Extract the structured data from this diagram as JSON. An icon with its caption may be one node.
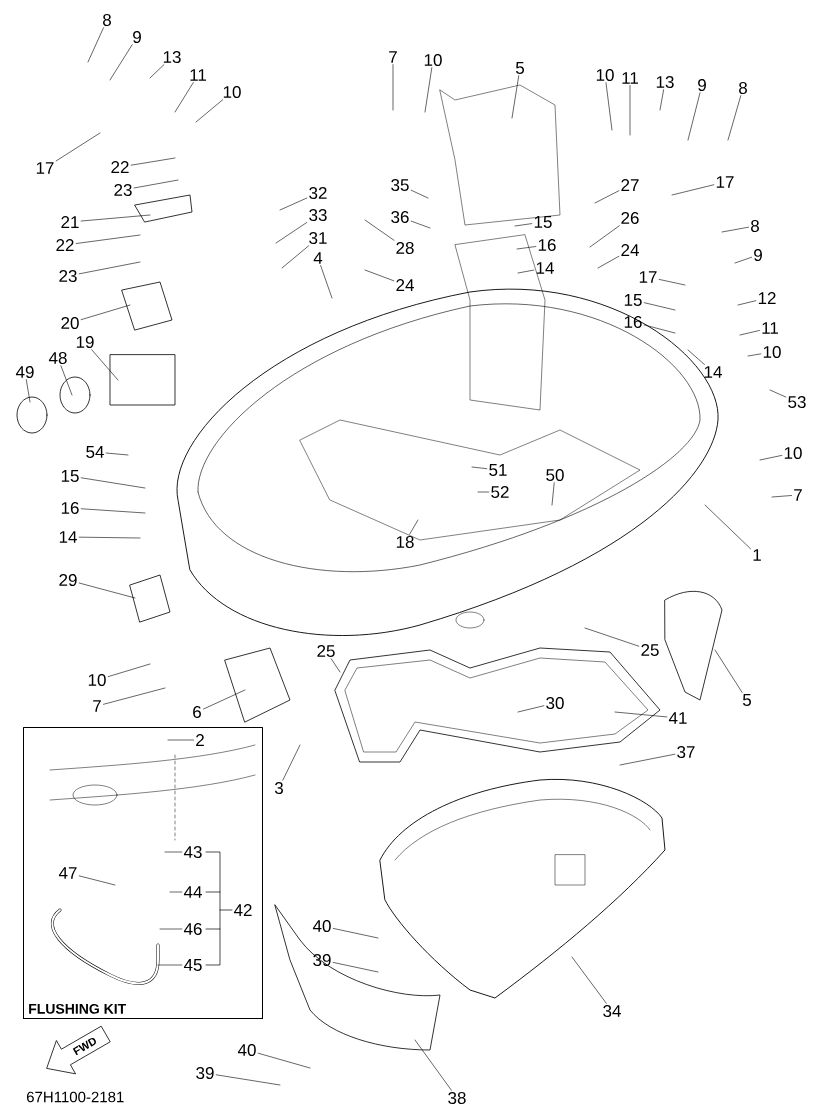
{
  "diagram": {
    "nodes": [
      {
        "text": [
          "8"
        ]
      },
      {
        "text": [
          "9"
        ]
      },
      {
        "text": [
          "13"
        ]
      },
      {
        "text": [
          "11"
        ]
      },
      {
        "text": [
          "10"
        ]
      },
      {
        "text": [
          "7"
        ]
      },
      {
        "text": [
          "10"
        ]
      },
      {
        "text": [
          "5"
        ]
      },
      {
        "text": [
          "10"
        ]
      },
      {
        "text": [
          "11"
        ]
      },
      {
        "text": [
          "13"
        ]
      },
      {
        "text": [
          "9"
        ]
      },
      {
        "text": [
          "8"
        ]
      },
      {
        "text": [
          "17"
        ]
      },
      {
        "text": [
          "22"
        ]
      },
      {
        "text": [
          "23"
        ]
      },
      {
        "text": [
          "35"
        ]
      },
      {
        "text": [
          "17"
        ]
      },
      {
        "text": [
          "27"
        ]
      },
      {
        "text": [
          "32"
        ]
      },
      {
        "text": [
          "33"
        ]
      },
      {
        "text": [
          "36"
        ]
      },
      {
        "text": [
          "15"
        ]
      },
      {
        "text": [
          "26"
        ]
      },
      {
        "text": [
          "21"
        ]
      },
      {
        "text": [
          "8"
        ]
      },
      {
        "text": [
          "22"
        ]
      },
      {
        "text": [
          "31"
        ]
      },
      {
        "text": [
          "28"
        ]
      },
      {
        "text": [
          "16"
        ]
      },
      {
        "text": [
          "24"
        ]
      },
      {
        "text": [
          "9"
        ]
      },
      {
        "text": [
          "4"
        ]
      },
      {
        "text": [
          "14"
        ]
      },
      {
        "text": [
          "23"
        ]
      },
      {
        "text": [
          "17"
        ]
      },
      {
        "text": [
          "24"
        ]
      },
      {
        "text": [
          "12"
        ]
      },
      {
        "text": [
          "15"
        ]
      },
      {
        "text": [
          "20"
        ]
      },
      {
        "text": [
          "16"
        ]
      },
      {
        "text": [
          "11"
        ]
      },
      {
        "text": [
          "19"
        ]
      },
      {
        "text": [
          "10"
        ]
      },
      {
        "text": [
          "48"
        ]
      },
      {
        "text": [
          "14"
        ]
      },
      {
        "text": [
          "49"
        ]
      },
      {
        "text": [
          "53"
        ]
      },
      {
        "text": [
          "54"
        ]
      },
      {
        "text": [
          "10"
        ]
      },
      {
        "text": [
          "51"
        ]
      },
      {
        "text": [
          "50"
        ]
      },
      {
        "text": [
          "15"
        ]
      },
      {
        "text": [
          "52"
        ]
      },
      {
        "text": [
          "7"
        ]
      },
      {
        "text": [
          "16"
        ]
      },
      {
        "text": [
          "14"
        ]
      },
      {
        "text": [
          "18"
        ]
      },
      {
        "text": [
          "1"
        ]
      },
      {
        "text": [
          "29"
        ]
      },
      {
        "text": [
          "25"
        ]
      },
      {
        "text": [
          "25"
        ]
      },
      {
        "text": [
          "10"
        ]
      },
      {
        "text": [
          "5"
        ]
      },
      {
        "text": [
          "30"
        ]
      },
      {
        "text": [
          "7"
        ]
      },
      {
        "text": [
          "6"
        ]
      },
      {
        "text": [
          "41"
        ]
      },
      {
        "text": [
          "FLUSHING KIT"
        ]
      },
      {
        "text": [
          "2"
        ],
        "in": 68
      },
      {
        "text": [
          "37"
        ]
      },
      {
        "text": [
          "3"
        ]
      },
      {
        "text": [
          "43"
        ],
        "in": 68
      },
      {
        "text": [
          "47"
        ],
        "in": 68
      },
      {
        "text": [
          "44"
        ],
        "in": 68
      },
      {
        "text": [
          "42"
        ],
        "in": 68
      },
      {
        "text": [
          "40"
        ]
      },
      {
        "text": [
          "46"
        ],
        "in": 68
      },
      {
        "text": [
          "39"
        ]
      },
      {
        "text": [
          "45"
        ],
        "in": 68
      },
      {
        "text": [
          "34"
        ]
      },
      {
        "text": [
          "40"
        ]
      },
      {
        "text": [
          "39"
        ]
      },
      {
        "text": [
          "38"
        ]
      }
    ],
    "edges": [
      {
        "from": 0,
        "to": null,
        "arrow": "none"
      },
      {
        "from": 1,
        "to": null,
        "arrow": "none"
      },
      {
        "from": 2,
        "to": null,
        "arrow": "none"
      },
      {
        "from": 3,
        "to": null,
        "arrow": "none"
      },
      {
        "from": 4,
        "to": null,
        "arrow": "none"
      },
      {
        "from": 5,
        "to": null,
        "arrow": "none"
      },
      {
        "from": 6,
        "to": null,
        "arrow": "none"
      },
      {
        "from": 7,
        "to": null,
        "arrow": "none"
      },
      {
        "from": 8,
        "to": null,
        "arrow": "none"
      },
      {
        "from": 9,
        "to": null,
        "arrow": "none"
      },
      {
        "from": 10,
        "to": null,
        "arrow": "none"
      },
      {
        "from": 11,
        "to": null,
        "arrow": "none"
      },
      {
        "from": 12,
        "to": null,
        "arrow": "none"
      },
      {
        "from": 13,
        "to": null,
        "arrow": "none"
      },
      {
        "from": 14,
        "to": null,
        "arrow": "none"
      },
      {
        "from": 15,
        "to": null,
        "arrow": "none"
      },
      {
        "from": 16,
        "to": null,
        "arrow": "none"
      },
      {
        "from": 17,
        "to": null,
        "arrow": "none"
      },
      {
        "from": 18,
        "to": null,
        "arrow": "none"
      },
      {
        "from": 19,
        "to": null,
        "arrow": "none"
      },
      {
        "from": 20,
        "to": null,
        "arrow": "none"
      },
      {
        "from": 21,
        "to": null,
        "arrow": "none"
      },
      {
        "from": 22,
        "to": null,
        "arrow": "none"
      },
      {
        "from": 23,
        "to": null,
        "arrow": "none"
      },
      {
        "from": 24,
        "to": null,
        "arrow": "none"
      },
      {
        "from": 25,
        "to": null,
        "arrow": "none"
      },
      {
        "from": 26,
        "to": null,
        "arrow": "none"
      },
      {
        "from": 27,
        "to": null,
        "arrow": "none"
      },
      {
        "from": 28,
        "to": null,
        "arrow": "none"
      },
      {
        "from": 29,
        "to": null,
        "arrow": "none"
      },
      {
        "from": 30,
        "to": null,
        "arrow": "none"
      },
      {
        "from": 31,
        "to": null,
        "arrow": "none"
      },
      {
        "from": 32,
        "to": null,
        "arrow": "none"
      },
      {
        "from": 33,
        "to": null,
        "arrow": "none"
      },
      {
        "from": 34,
        "to": null,
        "arrow": "none"
      },
      {
        "from": 35,
        "to": null,
        "arrow": "none"
      },
      {
        "from": 36,
        "to": null,
        "arrow": "none"
      },
      {
        "from": 37,
        "to": null,
        "arrow": "none"
      },
      {
        "from": 38,
        "to": null,
        "arrow": "none"
      },
      {
        "from": 39,
        "to": null,
        "arrow": "none"
      },
      {
        "from": 40,
        "to": null,
        "arrow": "none"
      },
      {
        "from": 41,
        "to": null,
        "arrow": "none"
      },
      {
        "from": 42,
        "to": null,
        "arrow": "none"
      },
      {
        "from": 43,
        "to": null,
        "arrow": "none"
      },
      {
        "from": 44,
        "to": null,
        "arrow": "none"
      },
      {
        "from": 45,
        "to": null,
        "arrow": "none"
      },
      {
        "from": 46,
        "to": null,
        "arrow": "none"
      },
      {
        "from": 47,
        "to": null,
        "arrow": "none"
      },
      {
        "from": 48,
        "to": null,
        "arrow": "none"
      },
      {
        "from": 49,
        "to": null,
        "arrow": "none"
      },
      {
        "from": 50,
        "to": null,
        "arrow": "none"
      },
      {
        "from": 51,
        "to": null,
        "arrow": "none"
      },
      {
        "from": 52,
        "to": null,
        "arrow": "none"
      },
      {
        "from": 53,
        "to": null,
        "arrow": "none"
      },
      {
        "from": 54,
        "to": null,
        "arrow": "none"
      },
      {
        "from": 55,
        "to": null,
        "arrow": "none"
      },
      {
        "from": 56,
        "to": null,
        "arrow": "none"
      },
      {
        "from": 57,
        "to": null,
        "arrow": "none"
      },
      {
        "from": 58,
        "to": null,
        "arrow": "none"
      },
      {
        "from": 59,
        "to": null,
        "arrow": "none"
      },
      {
        "from": 60,
        "to": null,
        "arrow": "none"
      },
      {
        "from": 61,
        "to": null,
        "arrow": "none"
      },
      {
        "from": 62,
        "to": null,
        "arrow": "none"
      },
      {
        "from": 63,
        "to": null,
        "arrow": "none"
      },
      {
        "from": 64,
        "to": null,
        "arrow": "none"
      },
      {
        "from": 65,
        "to": null,
        "arrow": "none"
      },
      {
        "from": 66,
        "to": null,
        "arrow": "none"
      },
      {
        "from": 67,
        "to": null,
        "arrow": "none"
      },
      {
        "from": 69,
        "to": null,
        "arrow": "none"
      },
      {
        "from": 70,
        "to": null,
        "arrow": "none"
      },
      {
        "from": 71,
        "to": null,
        "arrow": "none"
      },
      {
        "from": 72,
        "to": null,
        "arrow": "none"
      },
      {
        "from": 73,
        "to": null,
        "arrow": "none"
      },
      {
        "from": 74,
        "to": null,
        "arrow": "none"
      },
      {
        "from": 76,
        "to": null,
        "arrow": "none"
      },
      {
        "from": 77,
        "to": null,
        "arrow": "none"
      },
      {
        "from": 78,
        "to": null,
        "arrow": "none"
      },
      {
        "from": 79,
        "to": null,
        "arrow": "none"
      },
      {
        "from": 80,
        "to": null,
        "arrow": "none"
      },
      {
        "from": 81,
        "to": null,
        "arrow": "none"
      },
      {
        "from": 82,
        "to": null,
        "arrow": "none"
      },
      {
        "from": 83,
        "to": null,
        "arrow": "none"
      }
    ],
    "labels": [
      "FWD",
      "67H1100-2181"
    ]
  }
}
